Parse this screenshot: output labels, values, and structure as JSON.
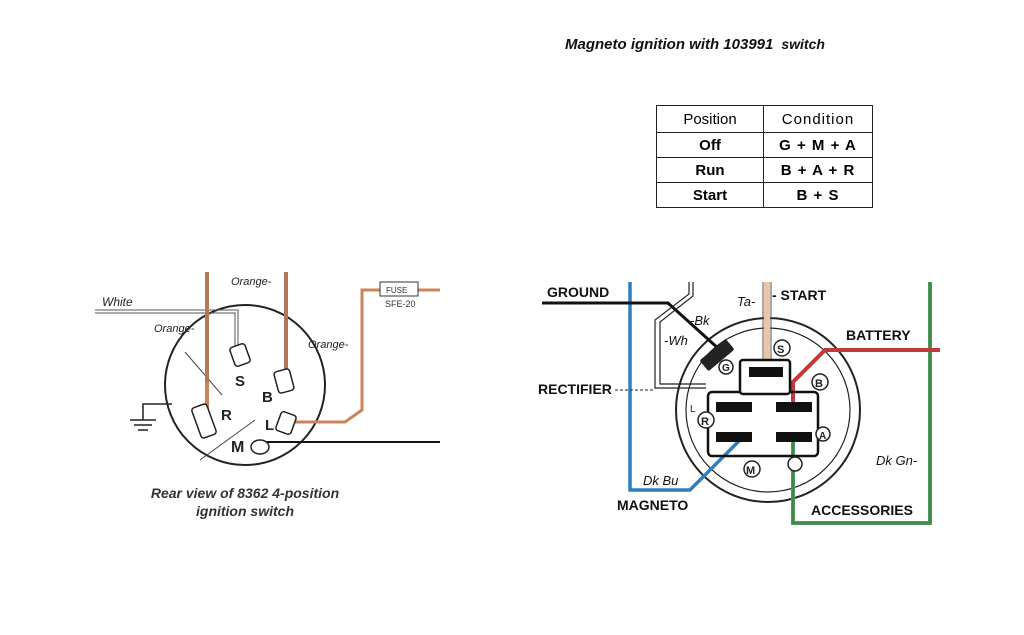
{
  "title": {
    "main": "Magneto ignition with 103991",
    "suffix": "switch"
  },
  "table": {
    "headers": [
      "Position",
      "Condition"
    ],
    "rows": [
      {
        "position": "Off",
        "condition": "G + M + A"
      },
      {
        "position": "Run",
        "condition": "B + A + R"
      },
      {
        "position": "Start",
        "condition": "B + S"
      }
    ]
  },
  "left_diagram": {
    "caption_line1": "Rear view of 8362 4-position",
    "caption_line2": "ignition switch",
    "wire_labels": {
      "white": "White",
      "orange_top": "Orange-",
      "orange_left": "Orange-",
      "orange_right": "Orange-"
    },
    "terminals": {
      "s": "S",
      "b": "B",
      "r": "R",
      "l": "L",
      "m": "M"
    },
    "fuse": {
      "label": "FUSE",
      "part": "SFE-20"
    }
  },
  "right_diagram": {
    "labels": {
      "ground": "GROUND",
      "start": "- START",
      "battery": "BATTERY",
      "rectifier": "RECTIFIER",
      "magneto": "MAGNETO",
      "accessories": "ACCESSORIES"
    },
    "wire_codes": {
      "ta": "Ta-",
      "bk": "-Bk",
      "wh": "-Wh",
      "dk_bu": "Dk Bu",
      "dk_gn": "Dk Gn-"
    },
    "terminals": {
      "s": "S",
      "b": "B",
      "g": "G",
      "r": "R",
      "l": "L",
      "a": "A",
      "m": "M"
    }
  },
  "colors": {
    "orange_wire": "#c9845a",
    "brown_wire": "#b07a5a",
    "tan_wire": "#e8c6a8",
    "blue_wire": "#2f7fbf",
    "green_wire": "#4e9a5a",
    "red_wire": "#c0393b",
    "black": "#111111"
  }
}
